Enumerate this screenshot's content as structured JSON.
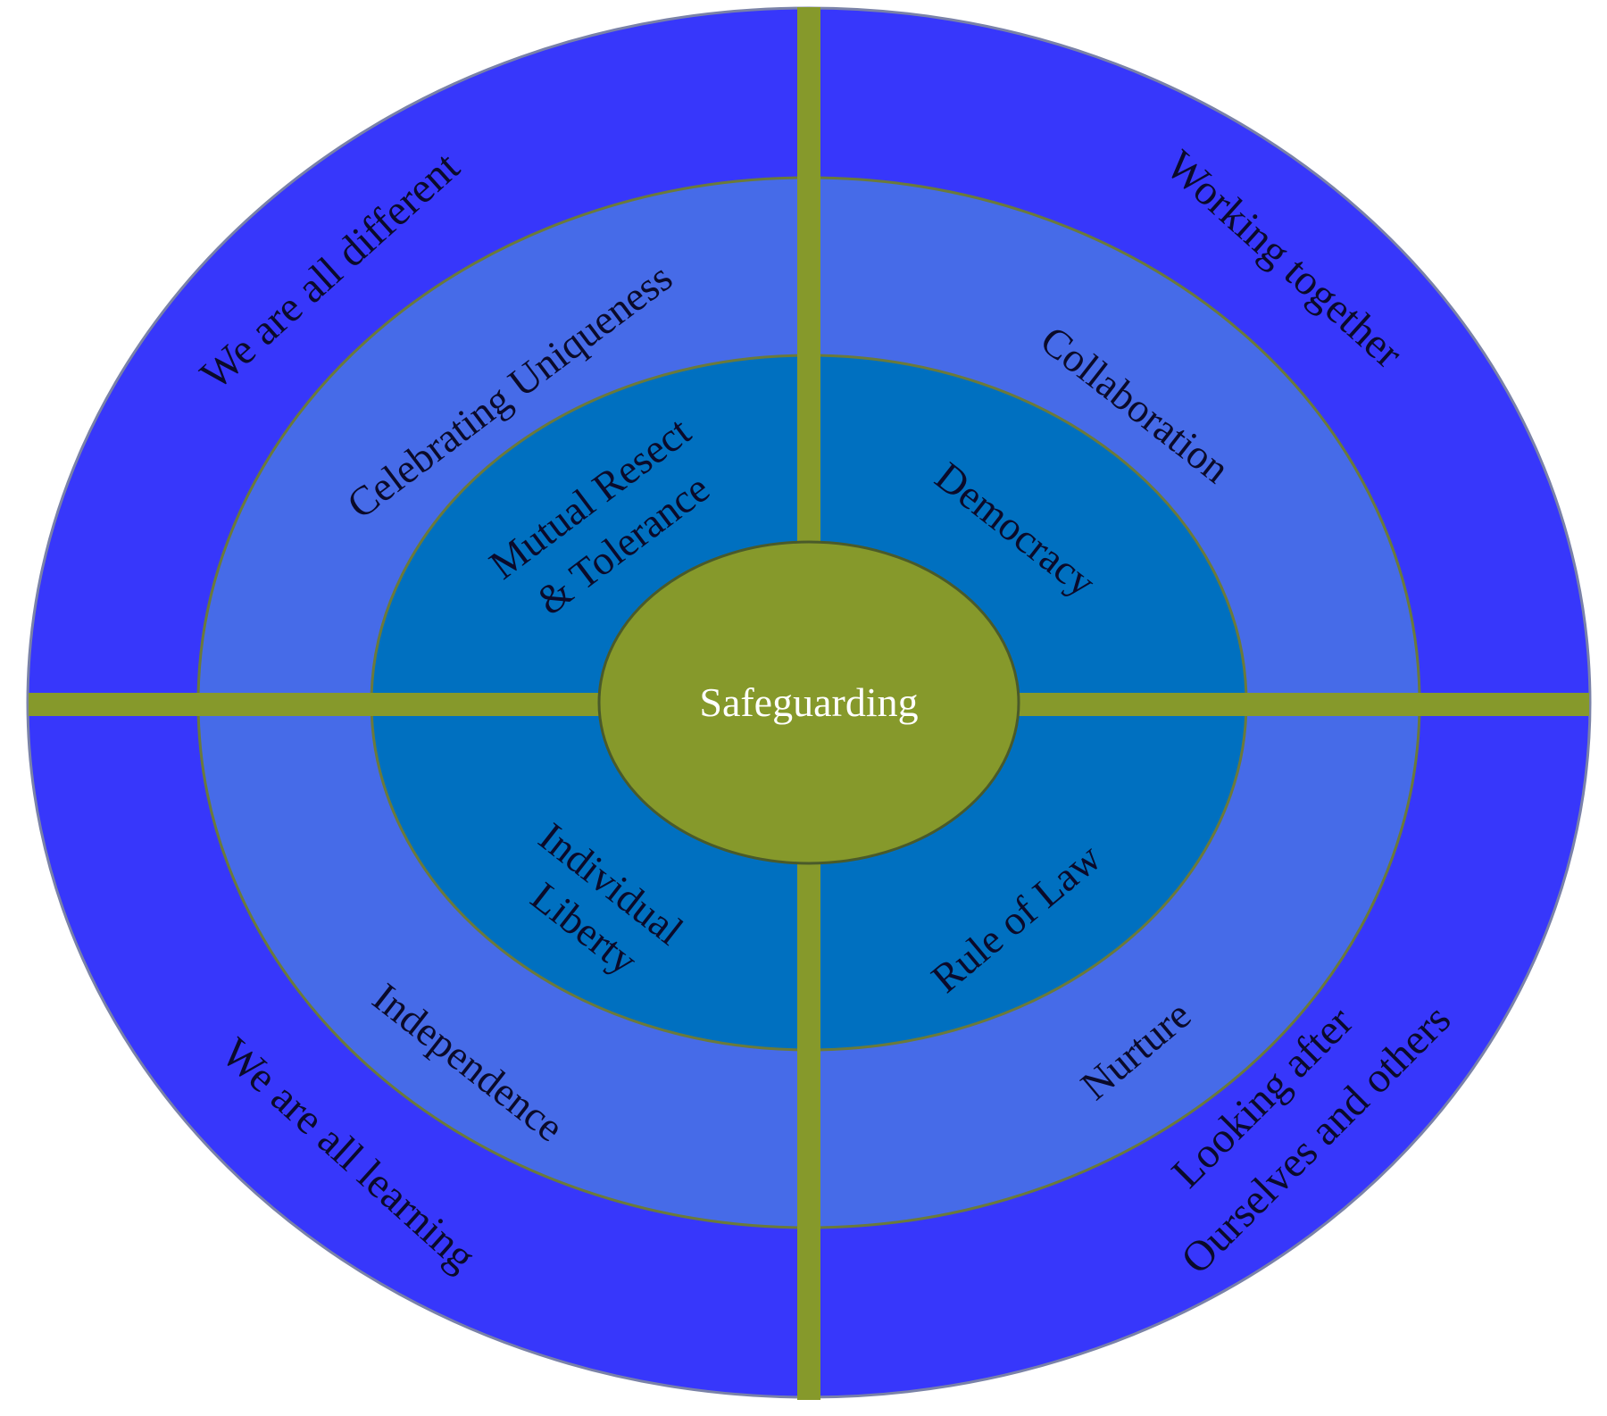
{
  "colors": {
    "outer_ring": "#3737fb",
    "middle_ring": "#466be8",
    "inner_ring": "#0070c0",
    "center": "#86992b",
    "dividers": "#86992b",
    "ring_border": "#6b7a3a",
    "label_text": "#0a0a2a",
    "center_text": "#ffffff"
  },
  "center": {
    "label": "Safeguarding"
  },
  "quadrants": {
    "top_left": {
      "outer": "We are all different",
      "middle": "Celebrating Uniqueness",
      "inner_line1": "Mutual Resect",
      "inner_line2": "& Tolerance"
    },
    "top_right": {
      "outer": "Working together",
      "middle": "Collaboration",
      "inner": "Democracy"
    },
    "bottom_left": {
      "outer": "We are all learning",
      "middle": "Independence",
      "inner_line1": "Individual",
      "inner_line2": "Liberty"
    },
    "bottom_right": {
      "outer_line1": "Looking after",
      "outer_line2": "Ourselves and others",
      "middle": "Nurture",
      "inner": "Rule of Law"
    }
  }
}
